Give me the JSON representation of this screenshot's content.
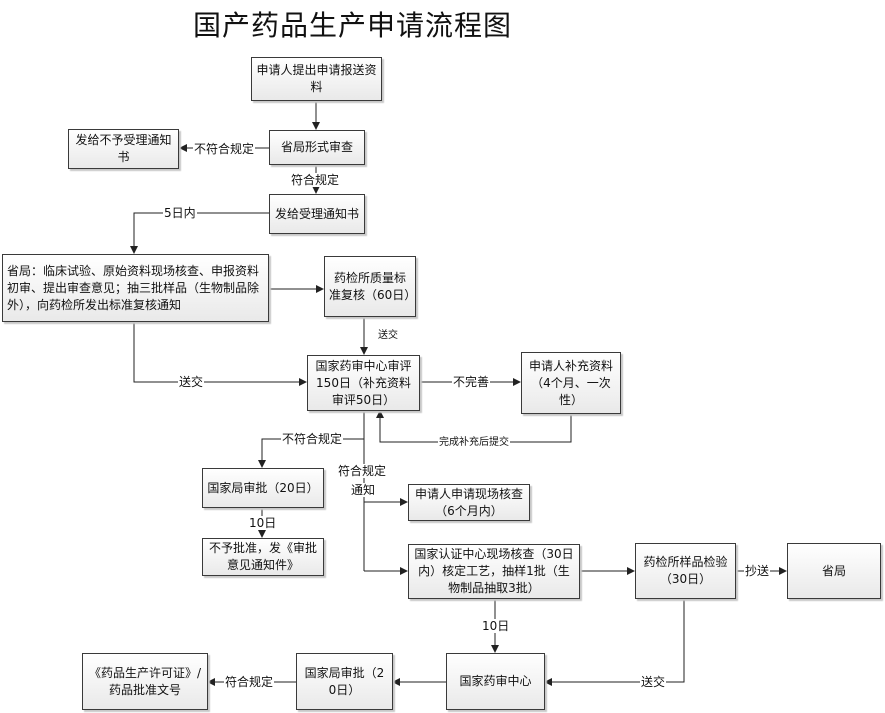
{
  "title": "国产药品生产申请流程图",
  "nodes": {
    "n1": "申请人提出申请报送资料",
    "n2": "省局形式审查",
    "n3": "发给不予受理通知书",
    "n4": "发给受理通知书",
    "n5": "省局：临床试验、原始资料现场核查、申报资料初审、提出审查意见；抽三批样品（生物制品除外），向药检所发出标准复核通知",
    "n6": "药检所质量标准复核（60日）",
    "n7": "国家药审中心审评150日（补充资料审评50日）",
    "n8": "申请人补充资料（4个月、一次性）",
    "n9": "国家局审批（20日）",
    "n10": "不予批准，发《审批意见通知件》",
    "n11": "申请人申请现场核查（6个月内）",
    "n12": "国家认证中心现场核查（30日内）核定工艺，抽样1批（生物制品抽取3批）",
    "n13": "药检所样品检验（30日）",
    "n14": "省局",
    "n15": "国家药审中心",
    "n16": "国家局审批（20日）",
    "n17": "《药品生产许可证》/药品批准文号"
  },
  "labels": {
    "l_not_conform": "不符合规定",
    "l_conform": "符合规定",
    "l_5days": "5日内",
    "l_send1": "送交",
    "l_send2": "送交",
    "l_incomplete": "不完善",
    "l_resubmit": "完成补充后提交",
    "l_not_conform2": "不符合规定",
    "l_conform_notify_1": "符合规定",
    "l_conform_notify_2": "通知",
    "l_10days1": "10日",
    "l_10days2": "10日",
    "l_cc": "抄送",
    "l_send3": "送交",
    "l_conform3": "符合规定"
  }
}
